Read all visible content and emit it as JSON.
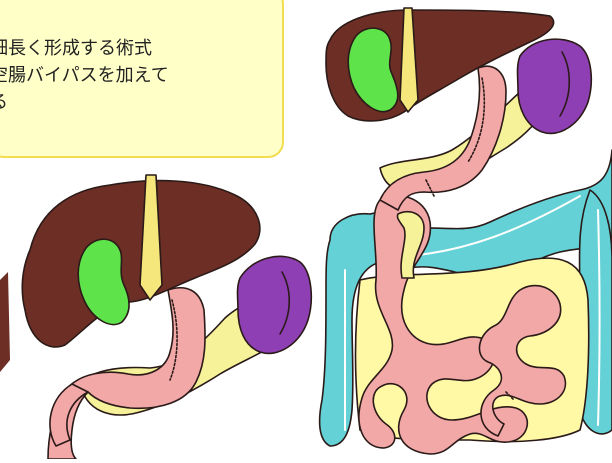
{
  "callout": {
    "line1": "細長く形成する術式",
    "line2": "空腸バイパスを加えて",
    "line3": "る"
  },
  "colors": {
    "liver": "#6d2e25",
    "gallbladder": "#5ee34a",
    "spleen": "#8f3fb4",
    "pancreas": "#f6f29a",
    "stomach_bowel": "#f3a8a8",
    "colon": "#63d1d6",
    "callout_fill": "#ffffc8",
    "callout_border": "#f1dd4f"
  },
  "illustrations": [
    {
      "id": "left",
      "subject": "liver, gallbladder, spleen, pancreas and narrowed tube stomach"
    },
    {
      "id": "right",
      "subject": "same anatomy with jejunal bypass inside colon frame"
    }
  ]
}
